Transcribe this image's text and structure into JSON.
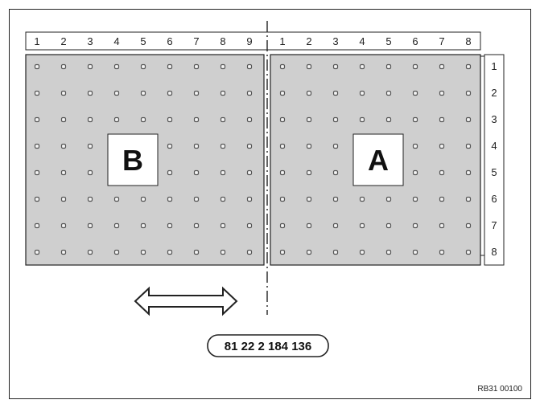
{
  "panels": {
    "left": {
      "letter": "B",
      "columns": 9
    },
    "right": {
      "letter": "A",
      "columns": 8
    },
    "rows": 8
  },
  "top_ruler": {
    "left_numbers": [
      "1",
      "2",
      "3",
      "4",
      "5",
      "6",
      "7",
      "8",
      "9"
    ],
    "right_numbers": [
      "1",
      "2",
      "3",
      "4",
      "5",
      "6",
      "7",
      "8"
    ]
  },
  "side_ruler": {
    "numbers": [
      "1",
      "2",
      "3",
      "4",
      "5",
      "6",
      "7",
      "8"
    ]
  },
  "part_number": "81 22 2 184 136",
  "reference_code": "RB31 00100",
  "colors": {
    "panel_fill": "#cfcfcf",
    "line": "#222222",
    "hole": "#555555"
  }
}
